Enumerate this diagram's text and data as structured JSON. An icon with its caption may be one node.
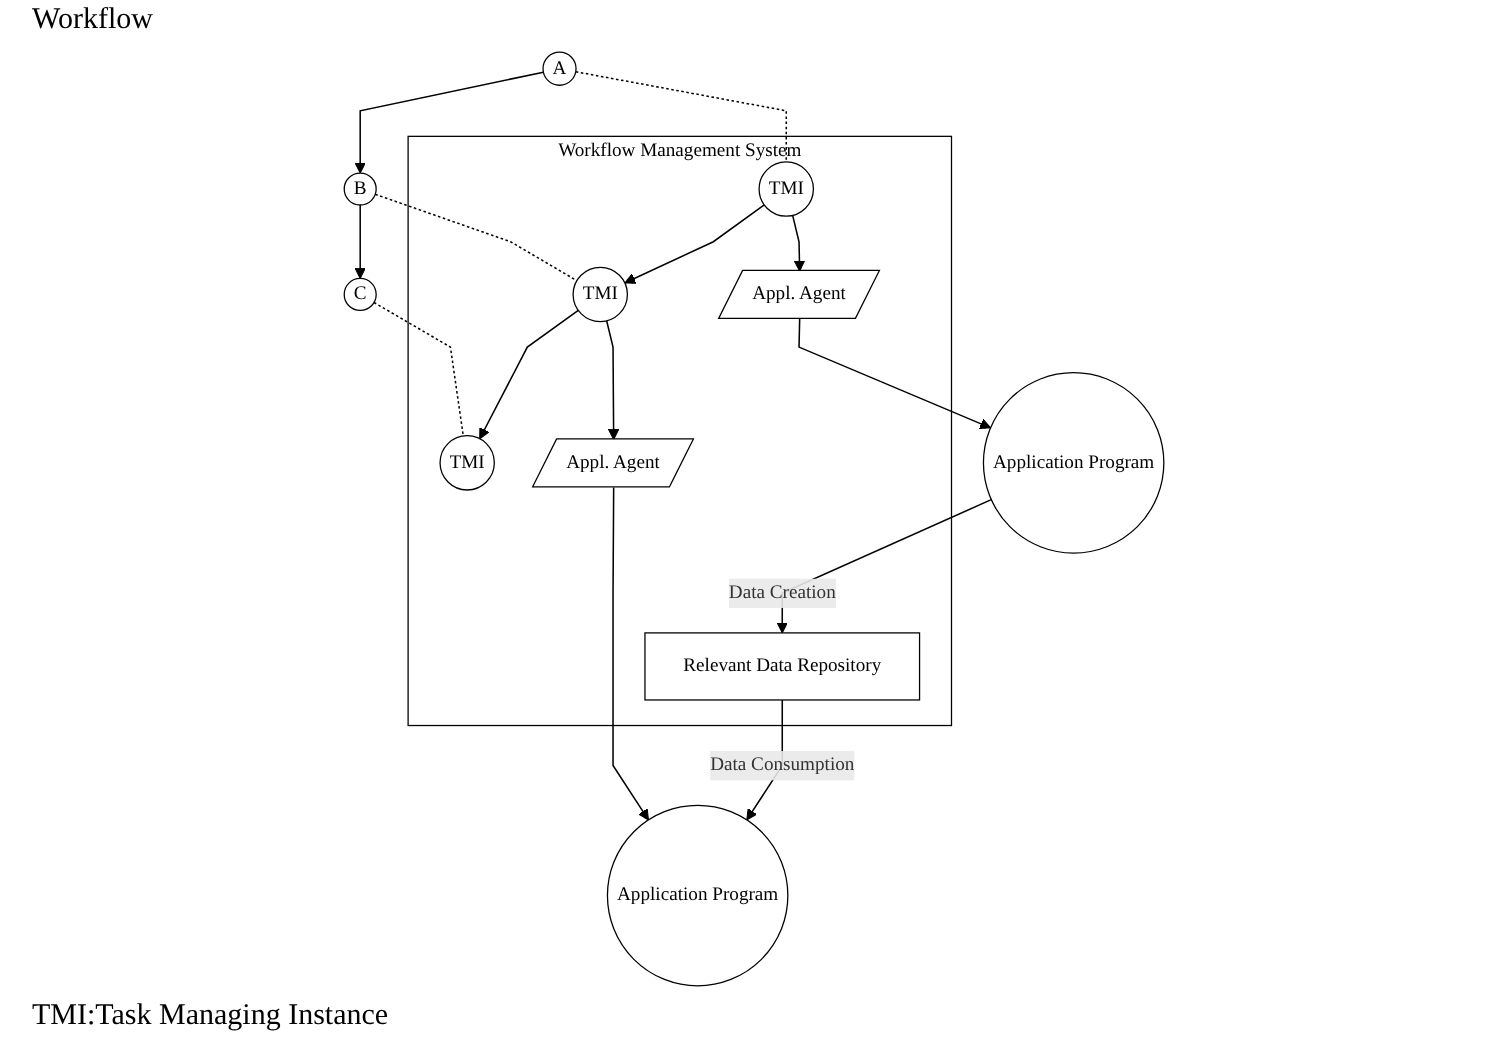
{
  "diagram": {
    "nodes": [
      {
        "text": [
          "A"
        ]
      },
      {
        "text": [
          "B"
        ]
      },
      {
        "text": [
          "C"
        ]
      },
      {
        "text": [
          "Workflow Management System"
        ]
      },
      {
        "text": [
          "TMI"
        ],
        "in": 3
      },
      {
        "text": [
          "TMI"
        ],
        "in": 3
      },
      {
        "text": [
          "TMI"
        ],
        "in": 3
      },
      {
        "text": [
          "Appl. Agent"
        ],
        "in": 3
      },
      {
        "text": [
          "Relevant Data Repository"
        ],
        "in": 3
      },
      {
        "text": [
          "Appl. Agent"
        ],
        "in": 3
      },
      {
        "text": [
          "Application Program"
        ]
      },
      {
        "text": [
          "Application Program"
        ]
      }
    ],
    "edges": [
      {
        "from": 0,
        "to": 1,
        "arrow": "to"
      },
      {
        "from": 1,
        "to": 2,
        "arrow": "to"
      },
      {
        "from": 0,
        "to": 4,
        "arrow": "none",
        "style": "dashed"
      },
      {
        "from": 1,
        "to": 5,
        "arrow": "none",
        "style": "dashed"
      },
      {
        "from": 2,
        "to": 6,
        "arrow": "none",
        "style": "dashed"
      },
      {
        "from": 4,
        "to": 5,
        "arrow": "to"
      },
      {
        "from": 5,
        "to": 6,
        "arrow": "to"
      },
      {
        "from": 4,
        "to": 7,
        "arrow": "to"
      },
      {
        "from": 5,
        "to": 9,
        "arrow": "to"
      },
      {
        "from": 7,
        "to": 10,
        "arrow": "to"
      },
      {
        "from": 10,
        "to": 8,
        "arrow": "to",
        "label": "Data Creation"
      },
      {
        "from": 8,
        "to": 11,
        "arrow": "to",
        "label": "Data Consumption"
      },
      {
        "from": 9,
        "to": 11,
        "arrow": "to"
      }
    ],
    "labels": [
      "Workflow",
      "TMI:Task Managing Instance"
    ]
  }
}
